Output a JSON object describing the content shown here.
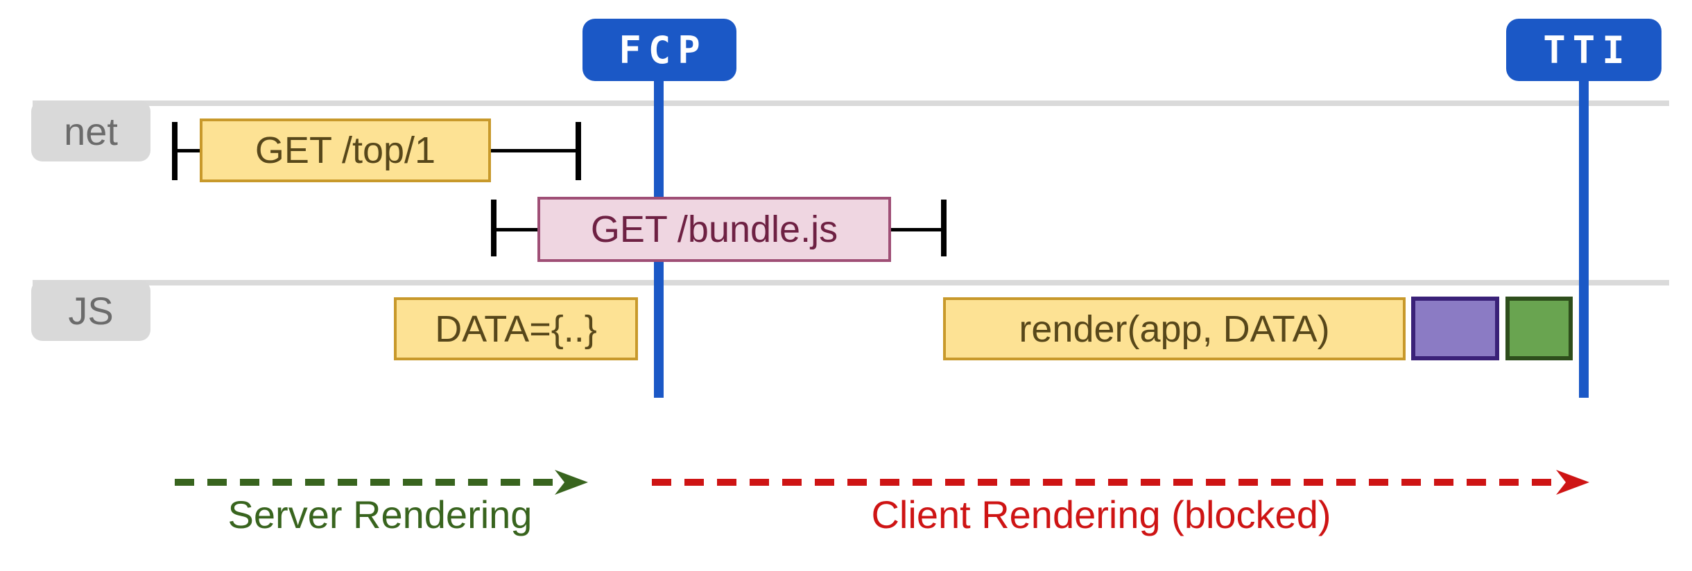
{
  "markers": {
    "fcp": {
      "label": "FCP"
    },
    "tti": {
      "label": "TTI"
    }
  },
  "lanes": {
    "net": {
      "label": "net",
      "requests": [
        {
          "label": "GET /top/1"
        },
        {
          "label": "GET /bundle.js"
        }
      ]
    },
    "js": {
      "label": "JS",
      "tasks": [
        {
          "label": "DATA={..}"
        },
        {
          "label": "render(app, DATA)"
        },
        {
          "label": "",
          "color_name": "purple-block"
        },
        {
          "label": "",
          "color_name": "green-block"
        }
      ]
    }
  },
  "phases": {
    "server": {
      "label": "Server Rendering"
    },
    "client": {
      "label": "Client Rendering (blocked)"
    }
  },
  "colors": {
    "marker_blue": "#1B58C6",
    "task_yellow_fill": "#FDE294",
    "task_yellow_border": "#C8992B",
    "request_pink_fill": "#EFD6E1",
    "request_pink_border": "#9F4F76",
    "block_purple_fill": "#8B7BC4",
    "block_purple_border": "#3A2178",
    "block_green_fill": "#69A450",
    "block_green_border": "#2E4E1C",
    "phase_server_green": "#38641E",
    "phase_client_red": "#CE1414",
    "lane_grey": "#DADADA",
    "whisker_black": "#000000"
  }
}
